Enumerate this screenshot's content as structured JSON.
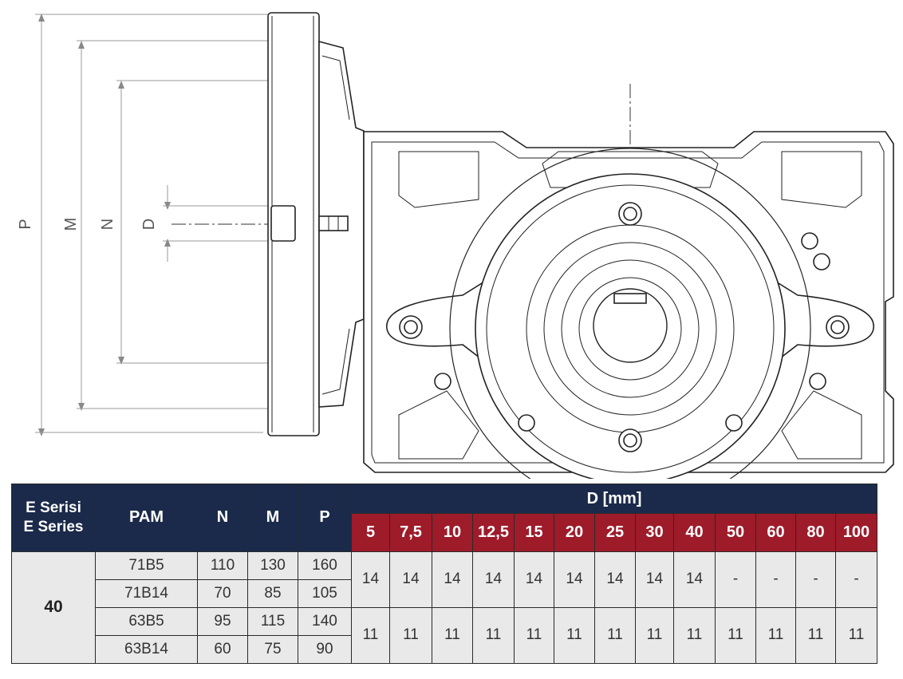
{
  "dimension_labels": {
    "p": "P",
    "m": "M",
    "n": "N",
    "d": "D"
  },
  "table": {
    "series_label_tr": "E Serisi",
    "series_label_en": "E Series",
    "col_pam": "PAM",
    "col_n": "N",
    "col_m": "M",
    "col_p": "P",
    "col_d": "D [mm]",
    "d_values": [
      "5",
      "7,5",
      "10",
      "12,5",
      "15",
      "20",
      "25",
      "30",
      "40",
      "50",
      "60",
      "80",
      "100"
    ],
    "size": "40",
    "rows": [
      {
        "pam": "71B5",
        "n": "110",
        "m": "130",
        "p": "160"
      },
      {
        "pam": "71B14",
        "n": "70",
        "m": "85",
        "p": "105"
      },
      {
        "pam": "63B5",
        "n": "95",
        "m": "115",
        "p": "140"
      },
      {
        "pam": "63B14",
        "n": "60",
        "m": "75",
        "p": "90"
      }
    ],
    "group_71_values": [
      "14",
      "14",
      "14",
      "14",
      "14",
      "14",
      "14",
      "14",
      "14",
      "-",
      "-",
      "-",
      "-"
    ],
    "group_63_values": [
      "11",
      "11",
      "11",
      "11",
      "11",
      "11",
      "11",
      "11",
      "11",
      "11",
      "11",
      "11",
      "11"
    ]
  },
  "colors": {
    "header_navy": "#1b2a4a",
    "header_red": "#9e1b2a",
    "body_grey": "#e9e9e9"
  }
}
